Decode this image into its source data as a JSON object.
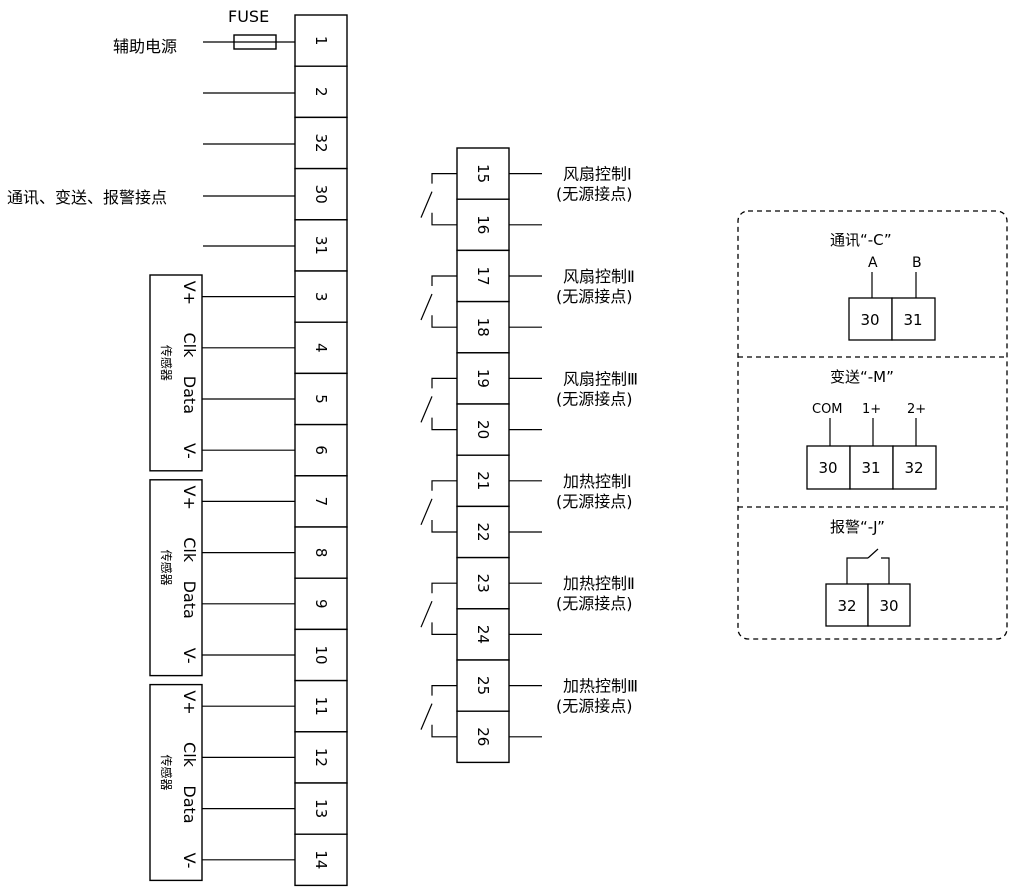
{
  "fuse_label": "FUSE",
  "aux_power_label": "辅助电源",
  "comm_label": "通讯、变送、报警接点",
  "left_terminals": [
    "1",
    "2",
    "32",
    "30",
    "31",
    "3",
    "4",
    "5",
    "6",
    "7",
    "8",
    "9",
    "10",
    "11",
    "12",
    "13",
    "14"
  ],
  "sensor": {
    "pins": [
      "V+",
      "Clk",
      "Data",
      "V-"
    ],
    "name": "传感器"
  },
  "middle_terminals": [
    "15",
    "16",
    "17",
    "18",
    "19",
    "20",
    "21",
    "22",
    "23",
    "24",
    "25",
    "26"
  ],
  "relay_labels": [
    {
      "name": "风扇控制Ⅰ",
      "sub": "(无源接点)"
    },
    {
      "name": "风扇控制Ⅱ",
      "sub": "(无源接点)"
    },
    {
      "name": "风扇控制Ⅲ",
      "sub": "(无源接点)"
    },
    {
      "name": "加热控制Ⅰ",
      "sub": "(无源接点)"
    },
    {
      "name": "加热控制Ⅱ",
      "sub": "(无源接点)"
    },
    {
      "name": "加热控制Ⅲ",
      "sub": "(无源接点)"
    }
  ],
  "options": {
    "comm": {
      "title": "通讯“-C”",
      "pins": [
        "A",
        "B"
      ],
      "terminals": [
        "30",
        "31"
      ]
    },
    "transmit": {
      "title": "变送“-M”",
      "pins": [
        "COM",
        "1+",
        "2+"
      ],
      "terminals": [
        "30",
        "31",
        "32"
      ]
    },
    "alarm": {
      "title": "报警“-J”",
      "terminals": [
        "32",
        "30"
      ]
    }
  }
}
